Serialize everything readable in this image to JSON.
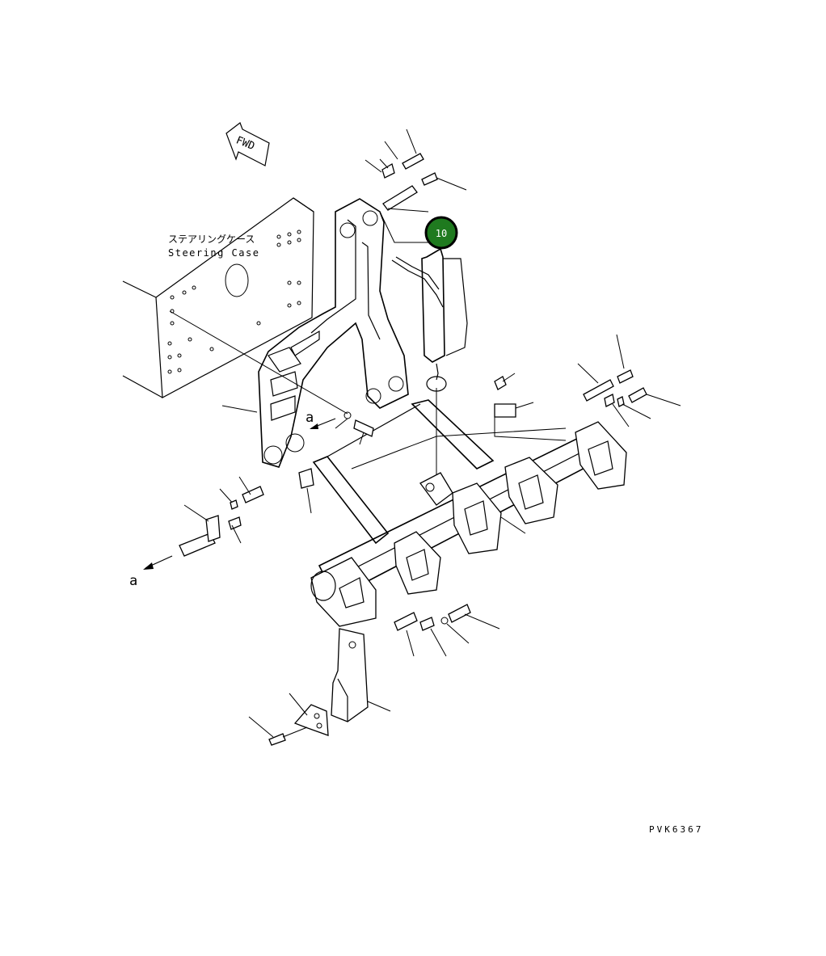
{
  "diagram": {
    "fwd_label": "FWD",
    "steering_case_jp": "ステアリングケース",
    "steering_case_en": "Steering Case",
    "view_marker_a": "a",
    "view_marker_a2": "a",
    "callout_number": "10",
    "drawing_code": "PVK6367"
  },
  "colors": {
    "callout_fill": "#1f7a1f",
    "callout_ring": "#000000",
    "line": "#000000",
    "background": "#ffffff"
  },
  "icons": [
    "fwd-arrow-icon",
    "view-arrow-icon"
  ]
}
